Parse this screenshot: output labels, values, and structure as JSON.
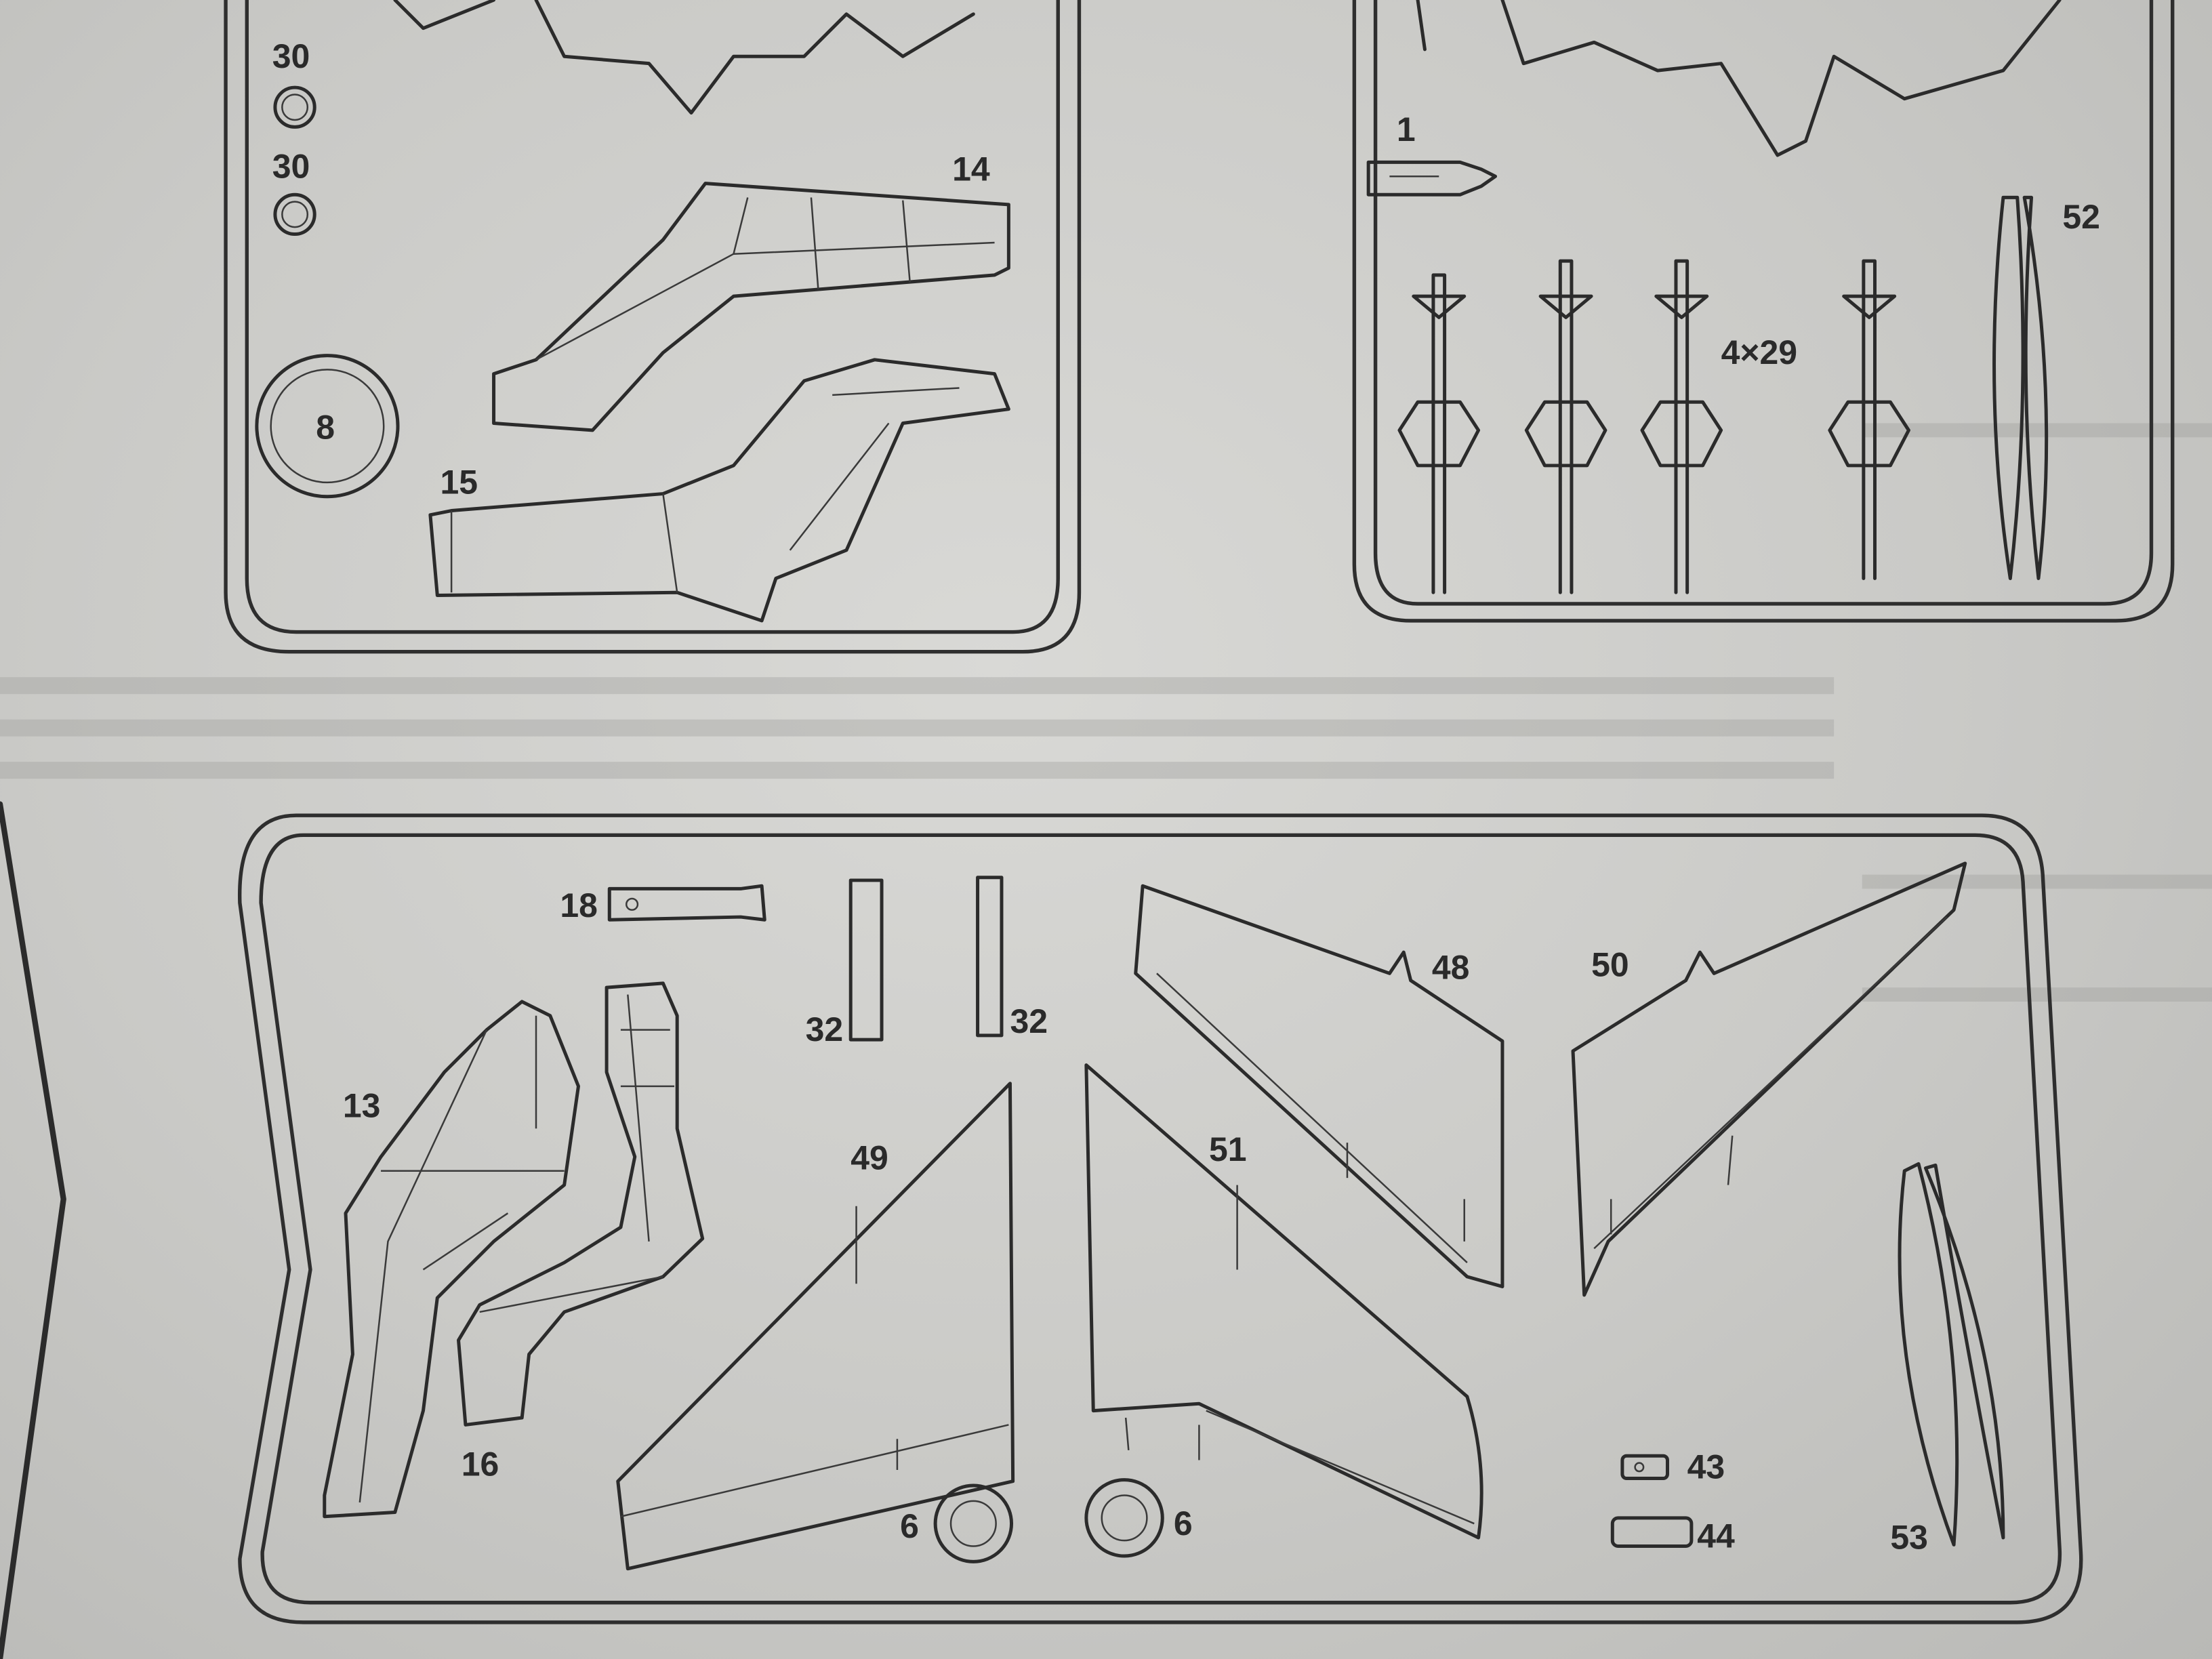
{
  "sprue_top_left": {
    "parts": {
      "p30a": "30",
      "p30b": "30",
      "p14": "14",
      "p8": "8",
      "p15": "15"
    }
  },
  "sprue_top_right": {
    "parts": {
      "p1": "1",
      "p29": "4×29",
      "p52": "52"
    }
  },
  "sprue_bottom": {
    "parts": {
      "p18": "18",
      "p32a": "32",
      "p32b": "32",
      "p48": "48",
      "p50": "50",
      "p13": "13",
      "p49": "49",
      "p51": "51",
      "p16": "16",
      "p6a": "6",
      "p6b": "6",
      "p43": "43",
      "p44": "44",
      "p53": "53"
    }
  },
  "colors": {
    "paper": "#cacac7",
    "ink": "#2b2b2b"
  }
}
